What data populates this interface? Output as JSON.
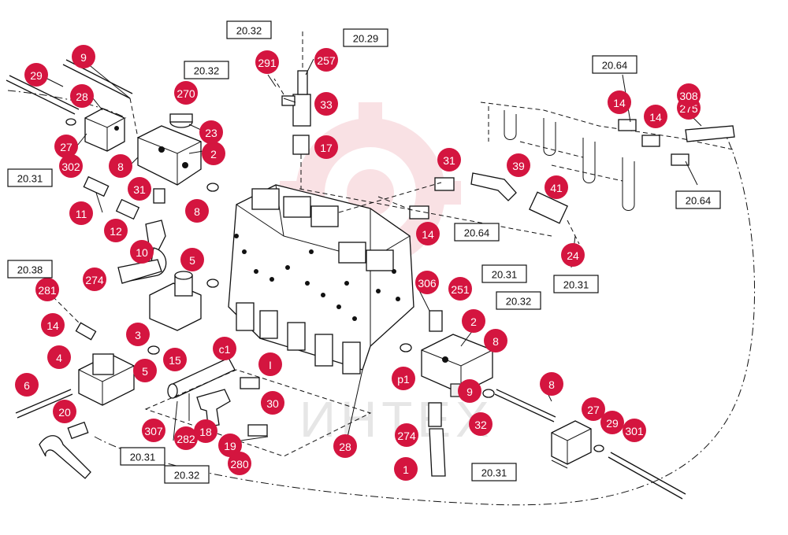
{
  "watermark": {
    "text": "ИНТЕХ"
  },
  "callouts": [
    {
      "label": "9"
    },
    {
      "label": "29"
    },
    {
      "label": "28"
    },
    {
      "label": "27"
    },
    {
      "label": "302"
    },
    {
      "label": "8"
    },
    {
      "label": "2"
    },
    {
      "label": "23"
    },
    {
      "label": "270"
    },
    {
      "label": "31"
    },
    {
      "label": "8"
    },
    {
      "label": "11"
    },
    {
      "label": "12"
    },
    {
      "label": "10"
    },
    {
      "label": "274"
    },
    {
      "label": "5"
    },
    {
      "label": "281"
    },
    {
      "label": "14"
    },
    {
      "label": "4"
    },
    {
      "label": "6"
    },
    {
      "label": "3"
    },
    {
      "label": "5"
    },
    {
      "label": "20"
    },
    {
      "label": "15"
    },
    {
      "label": "c1"
    },
    {
      "label": "I"
    },
    {
      "label": "30"
    },
    {
      "label": "307"
    },
    {
      "label": "282"
    },
    {
      "label": "18"
    },
    {
      "label": "19"
    },
    {
      "label": "280"
    },
    {
      "label": "291"
    },
    {
      "label": "257"
    },
    {
      "label": "33"
    },
    {
      "label": "17"
    },
    {
      "label": "31"
    },
    {
      "label": "39"
    },
    {
      "label": "41"
    },
    {
      "label": "14"
    },
    {
      "label": "14"
    },
    {
      "label": "14"
    },
    {
      "label": "275"
    },
    {
      "label": "308"
    },
    {
      "label": "24"
    },
    {
      "label": "306"
    },
    {
      "label": "251"
    },
    {
      "label": "2"
    },
    {
      "label": "8"
    },
    {
      "label": "p1"
    },
    {
      "label": "9"
    },
    {
      "label": "8"
    },
    {
      "label": "32"
    },
    {
      "label": "274"
    },
    {
      "label": "1"
    },
    {
      "label": "28"
    },
    {
      "label": "27"
    },
    {
      "label": "29"
    },
    {
      "label": "301"
    }
  ],
  "refs": [
    {
      "label": "20.32"
    },
    {
      "label": "20.29"
    },
    {
      "label": "20.32"
    },
    {
      "label": "20.31"
    },
    {
      "label": "20.64"
    },
    {
      "label": "20.64"
    },
    {
      "label": "20.38"
    },
    {
      "label": "20.64"
    },
    {
      "label": "20.31"
    },
    {
      "label": "20.31"
    },
    {
      "label": "20.32"
    },
    {
      "label": "20.31"
    },
    {
      "label": "20.32"
    },
    {
      "label": "20.31"
    }
  ]
}
